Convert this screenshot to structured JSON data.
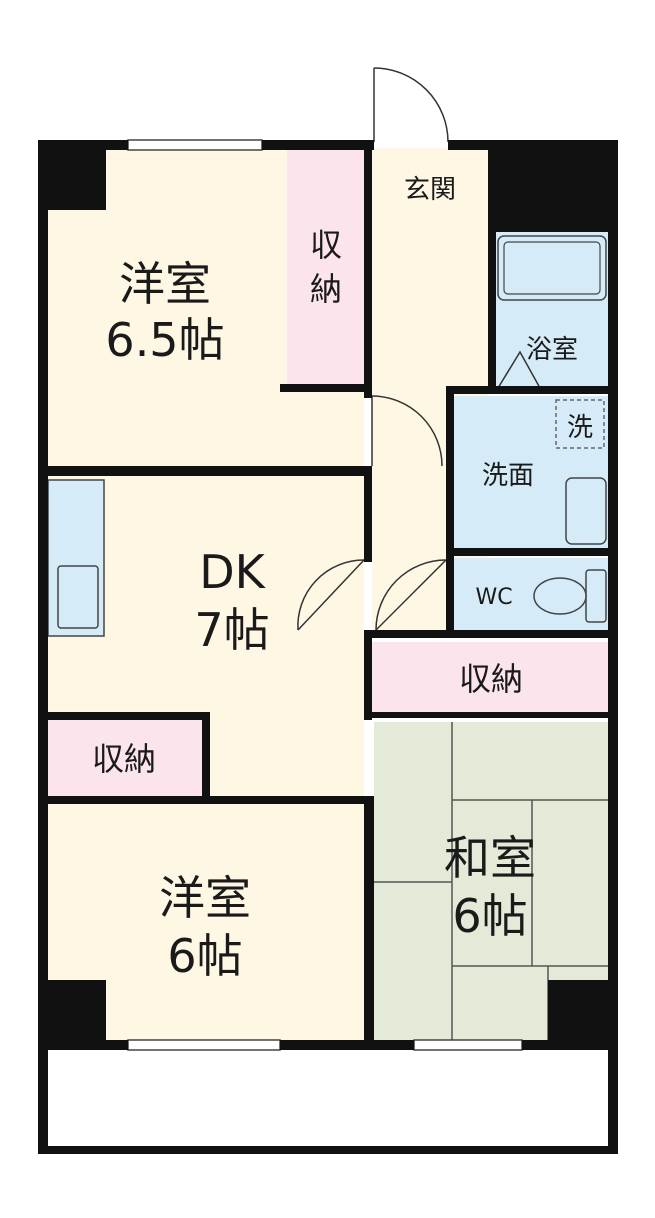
{
  "rooms": {
    "western1": {
      "name": "洋室",
      "size": "6.5帖"
    },
    "dk": {
      "name": "DK",
      "size": "7帖"
    },
    "western2": {
      "name": "洋室",
      "size": "6帖"
    },
    "japanese": {
      "name": "和室",
      "size": "6帖"
    },
    "storage_top_v1": "収",
    "storage_top_v2": "納",
    "storage_right": "収納",
    "storage_left": "収納",
    "entrance": "玄関",
    "bath": "浴室",
    "washroom": "洗面",
    "washer": "洗",
    "wc": "WC"
  },
  "colors": {
    "room_fill": "#fdf7e3",
    "storage_fill": "#fbe4ec",
    "wet_fill": "#d5ecf8",
    "tatami_fill": "#e4ead8",
    "wall": "#111111"
  }
}
